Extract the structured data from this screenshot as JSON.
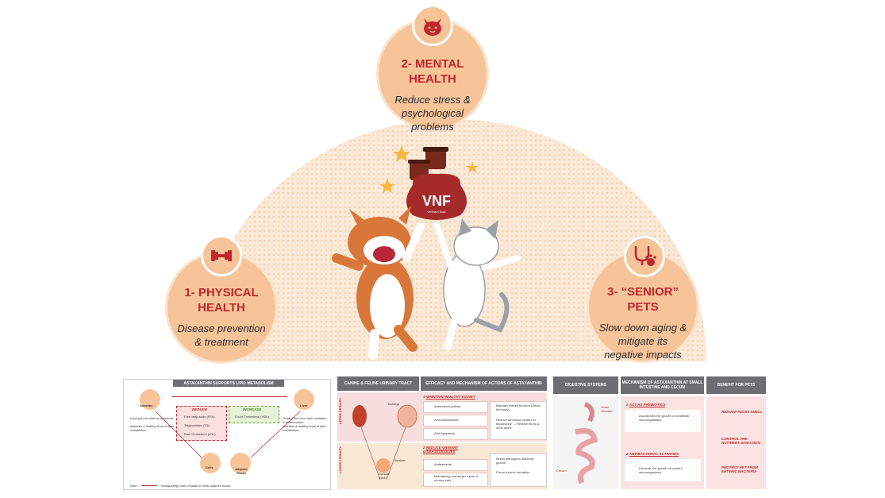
{
  "benefits": [
    {
      "title": "1- PHYSICAL HEALTH",
      "title_l1": "1- PHYSICAL",
      "title_l2": "HEALTH",
      "desc_l1": "Disease prevention",
      "desc_l2": "& treatment",
      "icon": "dumbbell-icon"
    },
    {
      "title": "2- MENTAL HEALTH",
      "title_l1": "2- MENTAL",
      "title_l2": "HEALTH",
      "desc_l1": "Reduce stress &",
      "desc_l2": "psychological",
      "desc_l3": "problems",
      "icon": "cat-face-icon"
    },
    {
      "title": "3- “SENIOR” PETS",
      "title_l1": "3- “SENIOR”",
      "title_l2": "PETS",
      "desc_l1": "Slow down aging &",
      "desc_l2": "mitigate its",
      "desc_l3": "negative impacts",
      "icon": "stethoscope-paw-icon"
    }
  ],
  "brand": {
    "logo": "VNF",
    "subtitle": "vietnam food"
  },
  "colors": {
    "peach": "#f7c49a",
    "red": "#c0262b",
    "grey_header": "#6d6e71",
    "dome": "#fbe9d8"
  },
  "lipid_panel": {
    "title": "ASTAXANTHIN SUPPORTS LIPID METABOLISM",
    "intestine": "Intestine",
    "liver": "Liver",
    "cells": "Cells",
    "adipose": "Adipose Tissue",
    "reduce": "REDUCE",
    "increase": "INCREASE",
    "reduce_items": [
      "Free fatty acids (FFA)",
      "Triglycerides (TG)",
      "Bad Cholesterol (LDL)"
    ],
    "increase_items": [
      "Good Cholesterol (HDL)"
    ],
    "left_notes": [
      "Limit gut microbiome dysbiosis",
      "Maintain a healthy level of lipid metabolism"
    ],
    "right_notes": [
      "Protect liver from lipid oxidation & inflammation",
      "Maintain a healthy level of lipid metabolism"
    ],
    "legend_label": "Note:",
    "legend_text": "Transporting route of lipids to cells/ adipose tissue"
  },
  "urinary_panel": {
    "header_left": "CANINE & FELINE URINARY TRACT",
    "header_right": "EFFICACY AND MECHANISM OF ACTIONS OF ASTAXANTHIN",
    "upper_label": "UPPER URINARY",
    "lower_label": "LOWER URINARY",
    "kidneys": "Kidneys",
    "bladder": "Bladder",
    "outside": "Outside world",
    "section1_num": "1",
    "section1_title": "MAINTAIN HEALTHY KIDNEY",
    "section1_rows": [
      "Antioxidant activity",
      "Anti-inflammation",
      "Anti-Apoptosis"
    ],
    "section1_results": [
      "Maintain kidney function (Detox the body)",
      "Reduce ammonia content in blood/urine → Reduce feces & urine smell"
    ],
    "section2_num": "2",
    "section2_title": "REDUCE URINARY DISEASES/ISSUES",
    "section2_rows": [
      "Antibacterial",
      "Maintaining normal pH value of urinary tract"
    ],
    "section2_results": [
      "Inhibit pathogenic Bacteria growth",
      "Prevent stone formation"
    ]
  },
  "digestive_panel": {
    "header1": "DIGESTIVE SYSTEMS",
    "header2": "MECHANISM OF ASTAXANTHIN AT SMALL INTESTINE AND CECUM",
    "header3": "BENEFIT FOR PETS",
    "small_intestine": "Small intestine",
    "cecum": "Cecum",
    "mech1_num": "1",
    "mech1_title": "ACT AS PREBIOTICS",
    "mech1_text": "Accelerates the growth of beneficial microorganisms",
    "mech2_num": "2",
    "mech2_title": "ANTIBACTERIAL ACTIVITIES",
    "mech2_text": "Prevents the growth of harmful microorganisms",
    "benefits": [
      "REDUCE FECES SMELL",
      "CONTROL THE NUTRIENT DIGESTION",
      "PROTECT PET FROM ENTERIC BACTERIA"
    ]
  }
}
